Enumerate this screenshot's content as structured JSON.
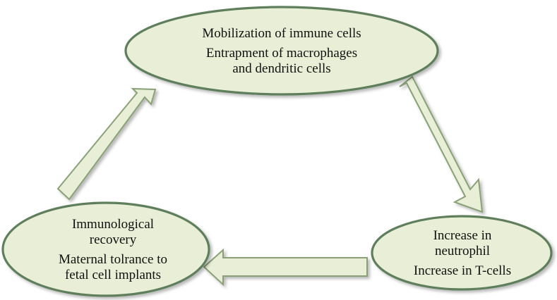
{
  "colors": {
    "node_fill": "#e8efd6",
    "node_stroke": "#5f7f5b",
    "arrow_fill": "#e8efd6",
    "arrow_stroke": "#8aa178",
    "text": "#111111"
  },
  "nodes": {
    "top": {
      "line1": "Mobilization of immune cells",
      "line2": "Entrapment of macrophages",
      "line3": "and dendritic cells"
    },
    "right": {
      "line1": "Increase in",
      "line2": "neutrophil",
      "line3": "Increase in T-cells"
    },
    "left": {
      "line1": "Immunological",
      "line2": "recovery",
      "line3": "Maternal tolrance to",
      "line4": "fetal cell implants"
    }
  },
  "arrows": [
    {
      "from": "top",
      "to": "right"
    },
    {
      "from": "right",
      "to": "left"
    },
    {
      "from": "left",
      "to": "top"
    }
  ]
}
